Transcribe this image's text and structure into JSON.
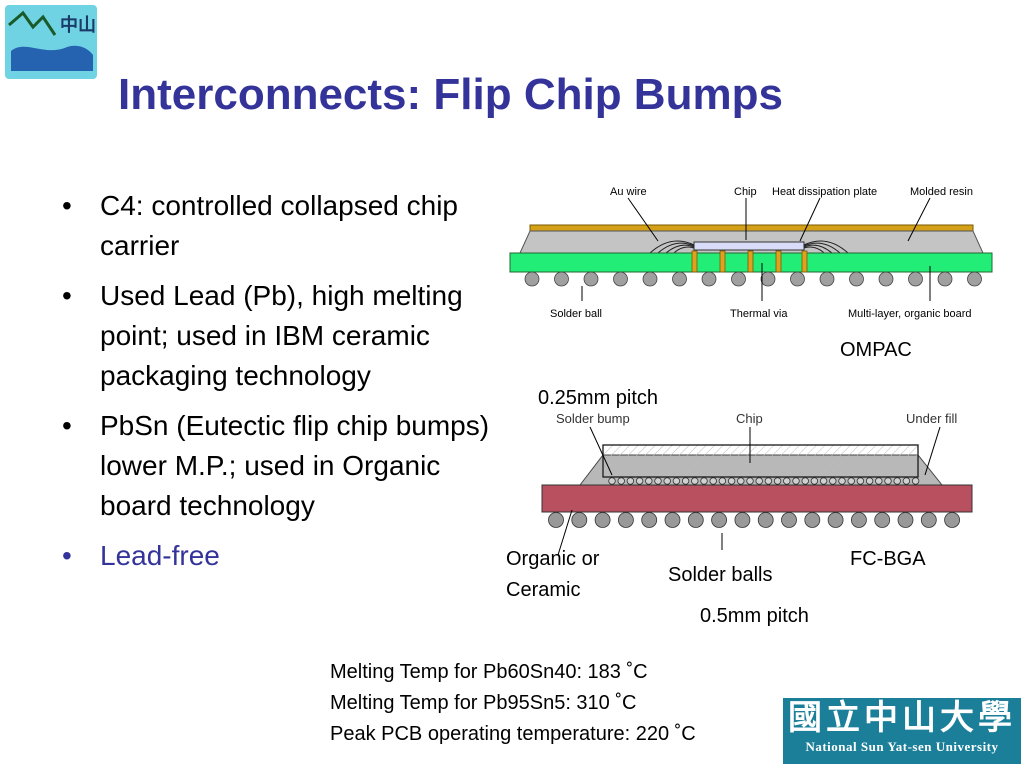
{
  "slide": {
    "title": "Interconnects: Flip Chip Bumps",
    "bullets": [
      {
        "text": "C4: controlled collapsed chip carrier",
        "accent": false
      },
      {
        "text": "Used Lead (Pb), high melting point; used in IBM ceramic packaging technology",
        "accent": false
      },
      {
        "text": "PbSn (Eutectic flip chip bumps) lower M.P.; used in Organic board technology",
        "accent": false
      },
      {
        "text": "Lead-free",
        "accent": true
      }
    ]
  },
  "diagram_top": {
    "labels": {
      "au_wire": "Au wire",
      "chip": "Chip",
      "heat_plate": "Heat dissipation plate",
      "molded_resin": "Molded resin",
      "solder_ball": "Solder ball",
      "thermal_via": "Thermal via",
      "board": "Multi-layer, organic board"
    },
    "caption": "OMPAC"
  },
  "diagram_bottom": {
    "pitch_top": "0.25mm pitch",
    "labels": {
      "solder_bump": "Solder bump",
      "chip": "Chip",
      "under_fill": "Under fill"
    },
    "substrate_line1": "Organic or",
    "substrate_line2": "Ceramic",
    "solder_balls": "Solder balls",
    "package": "FC-BGA",
    "pitch_bottom": "0.5mm pitch"
  },
  "notes": [
    "Melting Temp for Pb60Sn40: 183 ˚C",
    "Melting Temp for Pb95Sn5: 310 ˚C",
    "Peak PCB operating temperature: 220 ˚C"
  ],
  "logo": {
    "chinese": "國立中山大學",
    "english": "National Sun Yat-sen University",
    "corner_glyphs": "中山"
  },
  "colors": {
    "title": "#33339a",
    "accent_bullet": "#33339a",
    "green_board": "#22ee77",
    "gold_plate": "#d4a017",
    "red_substrate": "#b85060",
    "logo_teal": "#1b7f99"
  }
}
